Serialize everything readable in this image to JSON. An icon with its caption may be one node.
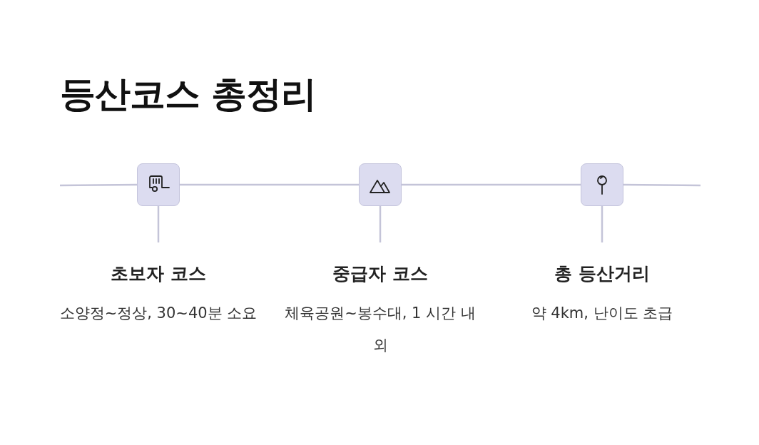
{
  "diagram": {
    "title": "등산코스 총정리",
    "nodes": [
      {
        "text": [],
        "shape": "box"
      },
      {
        "text": [],
        "shape": "box"
      },
      {
        "text": [],
        "shape": "box"
      },
      {
        "text": [
          "초보자 코스",
          "소양정~정상, 30~40분 소요"
        ]
      },
      {
        "text": [
          "중급자 코스",
          "체육공원~봉수대, 1 시간 내외"
        ]
      },
      {
        "text": [
          "총 등산거리",
          "약 4km, 난이도 초급"
        ]
      }
    ],
    "edges": [
      {
        "from": null,
        "to": 0,
        "arrow": "none"
      },
      {
        "from": 0,
        "to": 1,
        "arrow": "none"
      },
      {
        "from": 1,
        "to": 2,
        "arrow": "none"
      },
      {
        "from": 2,
        "to": null,
        "arrow": "none"
      },
      {
        "from": 0,
        "to": 3,
        "arrow": "none"
      },
      {
        "from": 1,
        "to": 4,
        "arrow": "none"
      },
      {
        "from": 2,
        "to": 5,
        "arrow": "none"
      }
    ]
  }
}
